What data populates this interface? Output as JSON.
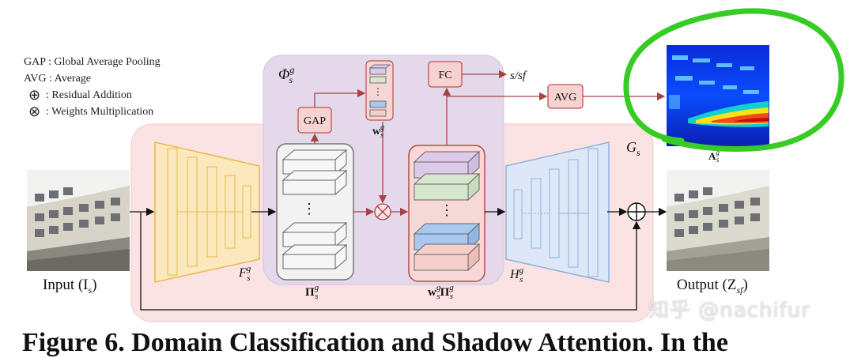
{
  "legend": {
    "gap": "GAP : Global Average Pooling",
    "avg": "AVG : Average",
    "residual": ": Residual Addition",
    "weights": ": Weights Multiplication",
    "residual_symbol": "⊕",
    "weights_symbol": "⊗"
  },
  "labels": {
    "phi": "Φ",
    "phi_sup": "g",
    "phi_sub": "s",
    "gap": "GAP",
    "fc": "FC",
    "avg": "AVG",
    "s_sf": "s/sf",
    "w": "w",
    "w_sup": "g",
    "w_sub": "s",
    "pi": "Π",
    "pi_sup": "g",
    "pi_sub": "s",
    "wpi_a": "w",
    "wpi_b": "Π",
    "F": "F",
    "F_sup": "g",
    "F_sub": "s",
    "H": "H",
    "H_sup": "g",
    "H_sub": "s",
    "G": "G",
    "G_sub": "s",
    "A": "A",
    "A_sup": "g",
    "A_sub": "s",
    "dots": "⋮"
  },
  "captions": {
    "input": "Input (I",
    "input_sub": "s",
    "output": "Output (Z",
    "output_sub": "sf"
  },
  "watermark": "知乎 @nachifur",
  "figure_title": "Figure 6. Domain Classification and Shadow Attention. In the",
  "colors": {
    "outer_box": "#fbe3e3",
    "inner_box": "#e4dbea",
    "encoder_fill": "#fbe7b8",
    "encoder_stroke": "#e8b94a",
    "decoder_fill": "#dde7f7",
    "decoder_stroke": "#8eb0e0",
    "red_box": "#f6d6d4",
    "red_stroke": "#c0504d",
    "arrow": "#b05050",
    "highlight": "#33cc22"
  }
}
